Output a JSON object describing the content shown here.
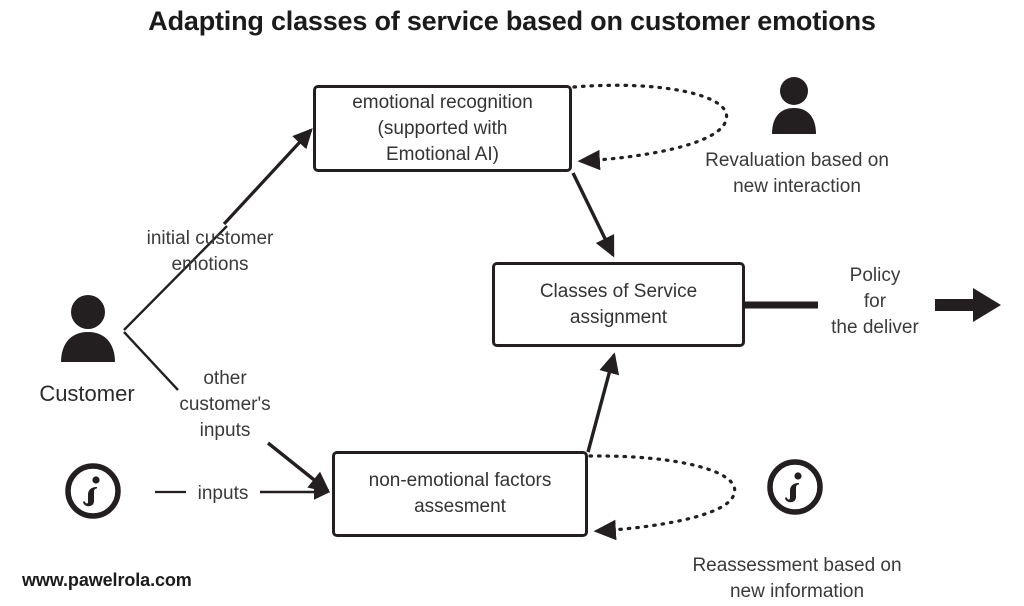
{
  "title": "Adapting classes of service based on customer emotions",
  "footer": {
    "url": "www.pawelrola.com"
  },
  "boxes": {
    "emotional_recognition": "emotional recognition\n(supported with\nEmotional AI)",
    "emotional_recognition_lines": [
      "emotional recognition",
      "(supported with",
      "Emotional AI)"
    ],
    "classes_of_service": "Classes of Service\nassignment",
    "classes_of_service_lines": [
      "Classes of Service",
      "assignment"
    ],
    "non_emotional": "non-emotional factors\nassesment",
    "non_emotional_lines": [
      "non-emotional factors",
      "assesment"
    ]
  },
  "labels": {
    "initial_emotions": "initial customer\nemotions",
    "other_customer_inputs": "other\ncustomer's\ninputs",
    "inputs": "inputs",
    "revaluation": "Revaluation based on\nnew interaction",
    "reassessment": "Reassessment based on\nnew information",
    "policy": "Policy\nfor\nthe deliver",
    "customer": "Customer"
  },
  "icons": {
    "customer": "person-icon",
    "revaluation_person": "person-icon",
    "info_left": "info-icon",
    "info_right": "info-icon",
    "output_arrow": "bold-right-arrow-icon"
  },
  "colors": {
    "ink": "#231f20",
    "text": "#333333",
    "background": "#ffffff"
  },
  "connectors": [
    {
      "name": "customer-to-emotional-recognition",
      "style": "solid-arrow",
      "from": "customer",
      "to": "emotional_recognition"
    },
    {
      "name": "customer-to-non-emotional",
      "style": "solid-arrow",
      "from": "customer",
      "to": "non_emotional"
    },
    {
      "name": "info-to-non-emotional",
      "style": "solid-arrow",
      "from": "info_left",
      "to": "non_emotional"
    },
    {
      "name": "emotional-recognition-to-classes",
      "style": "solid-arrow",
      "from": "emotional_recognition",
      "to": "classes_of_service"
    },
    {
      "name": "non-emotional-to-classes",
      "style": "solid-arrow",
      "from": "non_emotional",
      "to": "classes_of_service"
    },
    {
      "name": "revaluation-feedback-loop",
      "style": "dotted-loop-arrow",
      "from": "emotional_recognition",
      "to": "emotional_recognition"
    },
    {
      "name": "reassessment-feedback-loop",
      "style": "dotted-loop-arrow",
      "from": "non_emotional",
      "to": "non_emotional"
    },
    {
      "name": "classes-to-policy-output",
      "style": "thick-line-arrow",
      "from": "classes_of_service",
      "to": "policy"
    }
  ]
}
